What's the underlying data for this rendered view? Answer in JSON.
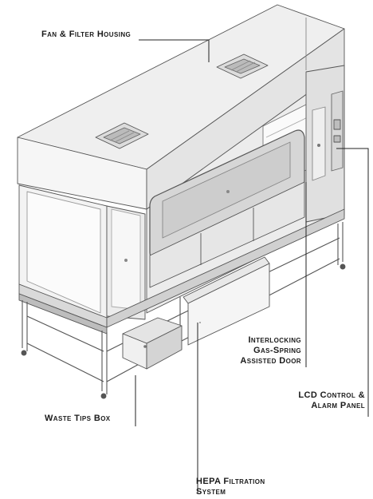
{
  "labels": {
    "fan_filter": "Fan & Filter Housing",
    "door_1": "Interlocking",
    "door_2": "Gas-Spring",
    "door_3": "Assisted Door",
    "lcd_1": "LCD Control &",
    "lcd_2": "Alarm Panel",
    "waste": "Waste Tips Box",
    "hepa_1": "HEPA Filtration",
    "hepa_2": "System"
  },
  "colors": {
    "line": "#555555",
    "leader": "#222222",
    "face_light": "#f4f4f4",
    "face_mid": "#e2e2e2",
    "face_dark": "#cfcfcf",
    "glass": "#d8d8d8"
  }
}
